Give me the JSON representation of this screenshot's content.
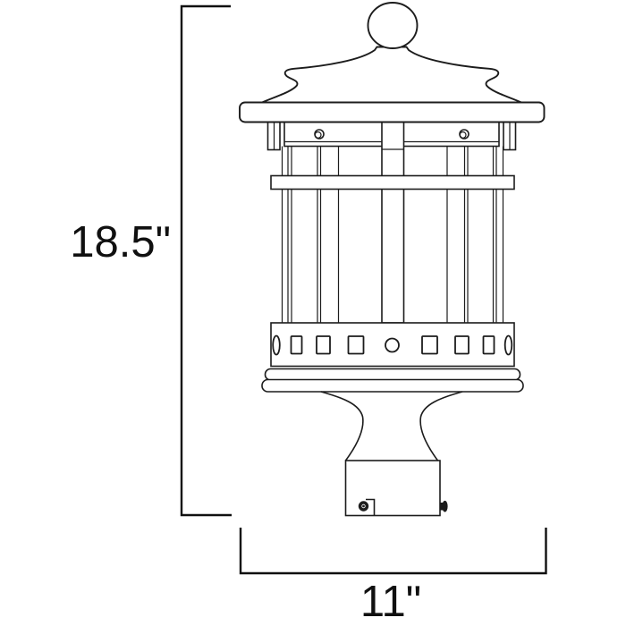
{
  "diagram": {
    "kind": "product-dimension-line-drawing",
    "subject": "outdoor-post-lantern",
    "dimensions": {
      "height_label": "18.5\"",
      "width_label": "11\""
    },
    "colors": {
      "line": "#1c1c1c",
      "dimension_line": "#101010",
      "background": "#ffffff"
    }
  }
}
